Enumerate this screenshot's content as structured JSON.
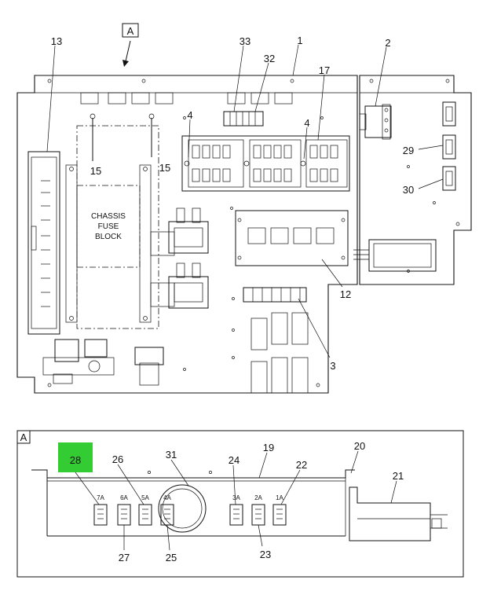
{
  "view_letter": "A",
  "callouts": {
    "c1": "1",
    "c2": "2",
    "c3": "3",
    "c4a": "4",
    "c4b": "4",
    "c12": "12",
    "c13": "13",
    "c15a": "15",
    "c15b": "15",
    "c17": "17",
    "c29": "29",
    "c30": "30",
    "c32": "32",
    "c33": "33",
    "c19": "19",
    "c20": "20",
    "c21": "21",
    "c22": "22",
    "c23": "23",
    "c24": "24",
    "c25": "25",
    "c26": "26",
    "c27": "27",
    "c28": "28",
    "c31": "31"
  },
  "chassis_block": {
    "line1": "CHASSIS",
    "line2": "FUSE",
    "line3": "BLOCK"
  },
  "connectors": {
    "k7a": "7A",
    "k6a": "6A",
    "k5a": "5A",
    "k4a": "4A",
    "k3a": "3A",
    "k2a": "2A",
    "k1a": "1A"
  },
  "highlight_color": "#33cc33"
}
